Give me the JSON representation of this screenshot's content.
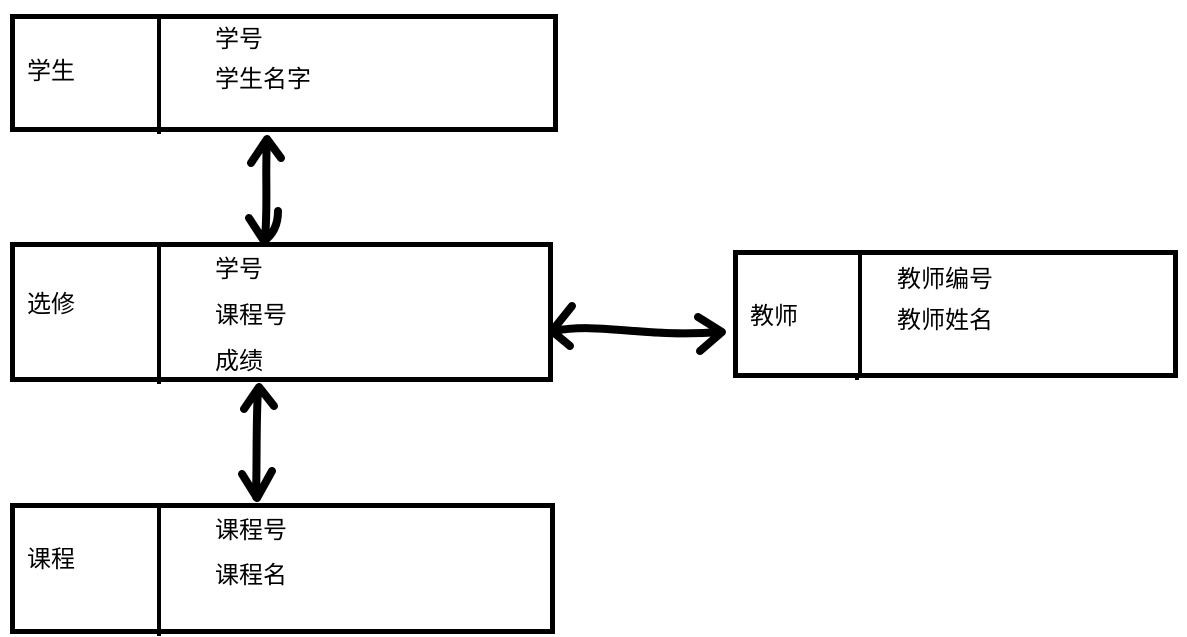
{
  "diagram": {
    "title": "entity-relationship-diagram",
    "colors": {
      "stroke": "#000000",
      "background": "#ffffff"
    },
    "entities": [
      {
        "id": "student",
        "label": "学生",
        "attributes": [
          "学号",
          "学生名字"
        ]
      },
      {
        "id": "elective",
        "label": "选修",
        "attributes": [
          "学号",
          "课程号",
          "成绩"
        ]
      },
      {
        "id": "course",
        "label": "课程",
        "attributes": [
          "课程号",
          "课程名"
        ]
      },
      {
        "id": "teacher",
        "label": "教师",
        "attributes": [
          "教师编号",
          "教师姓名"
        ]
      }
    ],
    "relationships": [
      {
        "from": "学生",
        "to": "选修",
        "arrow": "double-headed",
        "orientation": "vertical"
      },
      {
        "from": "选修",
        "to": "课程",
        "arrow": "double-headed",
        "orientation": "vertical"
      },
      {
        "from": "选修",
        "to": "教师",
        "arrow": "double-headed",
        "orientation": "horizontal"
      }
    ]
  }
}
